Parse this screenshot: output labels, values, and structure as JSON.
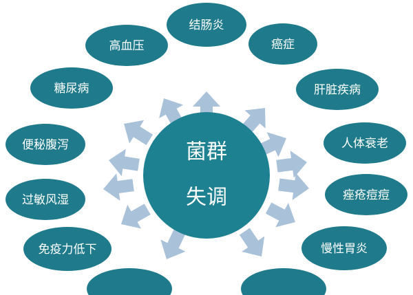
{
  "center": {
    "line1": "菌群",
    "line2": "失调"
  },
  "nodes": [
    {
      "id": "colitis",
      "label": "结肠炎"
    },
    {
      "id": "cancer",
      "label": "癌症"
    },
    {
      "id": "liver-disease",
      "label": "肝脏疾病"
    },
    {
      "id": "aging",
      "label": "人体衰老"
    },
    {
      "id": "acne",
      "label": "痤疮痘痘"
    },
    {
      "id": "chronic-gastritis",
      "label": "慢性胃炎"
    },
    {
      "id": "bottom-right-cut",
      "label": ""
    },
    {
      "id": "bottom-left-cut",
      "label": ""
    },
    {
      "id": "low-immunity",
      "label": "免疫力低下"
    },
    {
      "id": "allergic-rheumatism",
      "label": "过敏风湿"
    },
    {
      "id": "constipation-diarrhea",
      "label": "便秘腹泻"
    },
    {
      "id": "diabetes",
      "label": "糖尿病"
    },
    {
      "id": "hypertension",
      "label": "高血压"
    }
  ],
  "colors": {
    "node": "#1f7b8c",
    "center": "#1d8192",
    "arrow": "#a9c1d9",
    "text": "#ffffff"
  }
}
